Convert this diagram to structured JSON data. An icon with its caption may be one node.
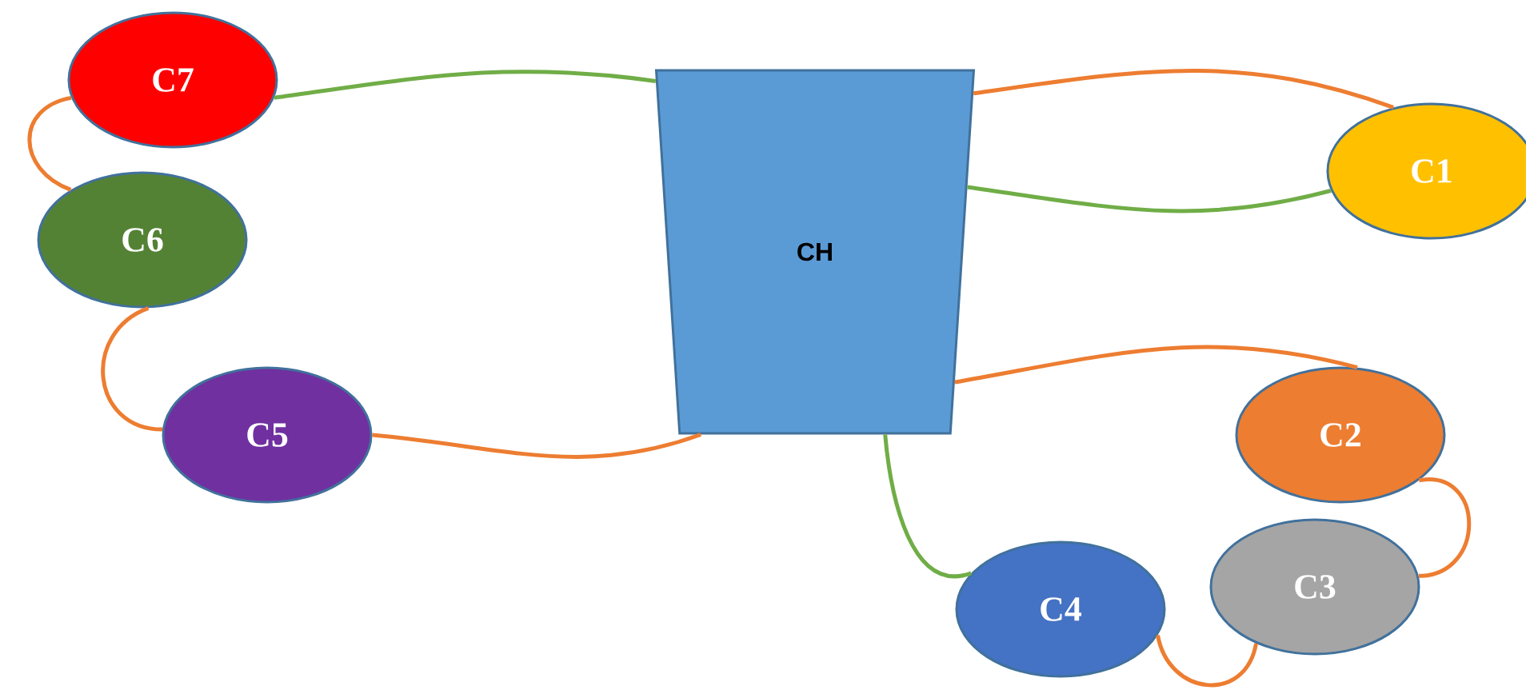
{
  "diagram": {
    "nodes": [
      {
        "text": [
          "C7"
        ]
      },
      {
        "text": [
          "C6"
        ]
      },
      {
        "text": [
          "C5"
        ]
      },
      {
        "text": [
          "CH"
        ]
      },
      {
        "text": [
          "C1"
        ]
      },
      {
        "text": [
          "C2"
        ]
      },
      {
        "text": [
          "C3"
        ]
      },
      {
        "text": [
          "C4"
        ]
      }
    ],
    "edges": [
      {
        "from": 0,
        "to": 3,
        "arrow": "none",
        "color": "#70ad47"
      },
      {
        "from": 0,
        "to": 1,
        "arrow": "none"
      },
      {
        "from": 1,
        "to": 2,
        "arrow": "none"
      },
      {
        "from": 2,
        "to": 3,
        "arrow": "none"
      },
      {
        "from": 3,
        "to": 4,
        "arrow": "none"
      },
      {
        "from": 3,
        "to": 4,
        "arrow": "none",
        "color": "#70ad47"
      },
      {
        "from": 3,
        "to": 5,
        "arrow": "none"
      },
      {
        "from": 3,
        "to": 7,
        "arrow": "none",
        "color": "#70ad47"
      },
      {
        "from": 5,
        "to": 6,
        "arrow": "none"
      },
      {
        "from": 7,
        "to": 6,
        "arrow": "none"
      }
    ]
  }
}
